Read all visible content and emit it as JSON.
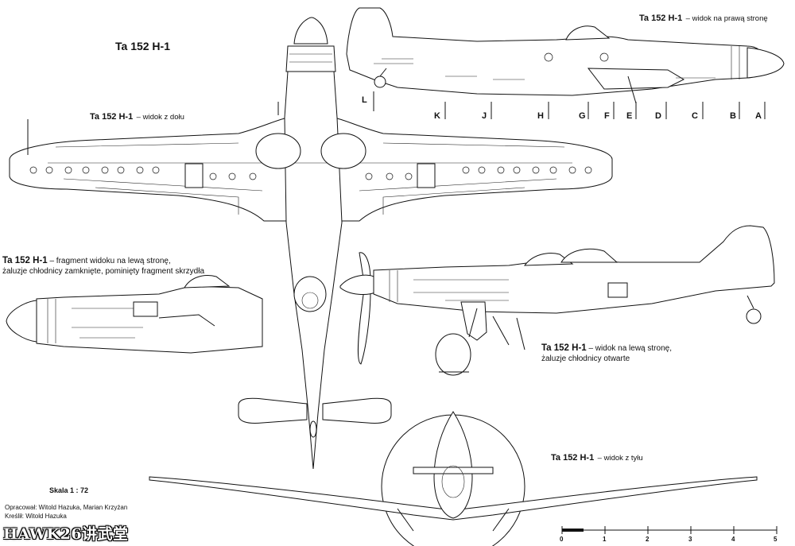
{
  "main_title": "Ta 152 H-1",
  "views": {
    "right_side": {
      "title": "Ta 152 H-1",
      "sub": "– widok na prawą stronę"
    },
    "bottom": {
      "title": "Ta 152 H-1",
      "sub": "– widok z dołu"
    },
    "left_fragment": {
      "title": "Ta 152 H-1",
      "line1": "– fragment widoku na lewą stronę,",
      "line2": "żaluzje chłodnicy zamknięte, pominięty fragment skrzydła"
    },
    "left_side": {
      "title": "Ta 152 H-1",
      "line1": "– widok na lewą stronę,",
      "line2": "żaluzje chłodnicy otwarte"
    },
    "rear": {
      "title": "Ta 152 H-1",
      "sub": "– widok z tyłu"
    }
  },
  "sections": [
    "L",
    "K",
    "J",
    "H",
    "G",
    "F",
    "E",
    "D",
    "C",
    "B",
    "A"
  ],
  "scale": {
    "label": "Skala 1 : 72",
    "ticks": [
      "0",
      "1",
      "2",
      "3",
      "4",
      "5"
    ]
  },
  "credits": {
    "prepared": "Opracował: Witold Hazuka, Marian Krzyżan",
    "drawn": "Kreślił: Witold Hazuka"
  },
  "watermark": "HAWK26讲武堂"
}
